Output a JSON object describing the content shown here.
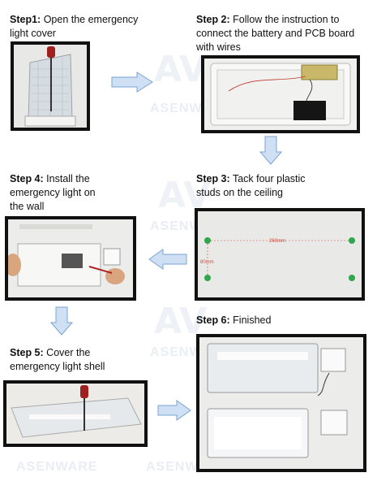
{
  "watermark": {
    "brand": "ASENWARE",
    "logo": "AV"
  },
  "steps": [
    {
      "num": "Step1:",
      "text": "Open the emergency light cover"
    },
    {
      "num": "Step 2:",
      "text": "Follow the instruction to connect the battery and PCB board with wires"
    },
    {
      "num": "Step 3:",
      "text": "Tack four plastic studs on the ceiling"
    },
    {
      "num": "Step 4:",
      "text": "Install the emergency light on the wall"
    },
    {
      "num": "Step 5:",
      "text": "Cover the emergency light shell"
    },
    {
      "num": "Step 6:",
      "text": "Finished"
    }
  ],
  "step3_photo": {
    "dim_horizontal": "260mm",
    "dim_vertical": "80mm"
  },
  "colors": {
    "arrow_fill": "#cfe0f4",
    "arrow_stroke": "#7aa3d4",
    "stud": "#2fa84a",
    "dim_line": "#d24a3a"
  }
}
